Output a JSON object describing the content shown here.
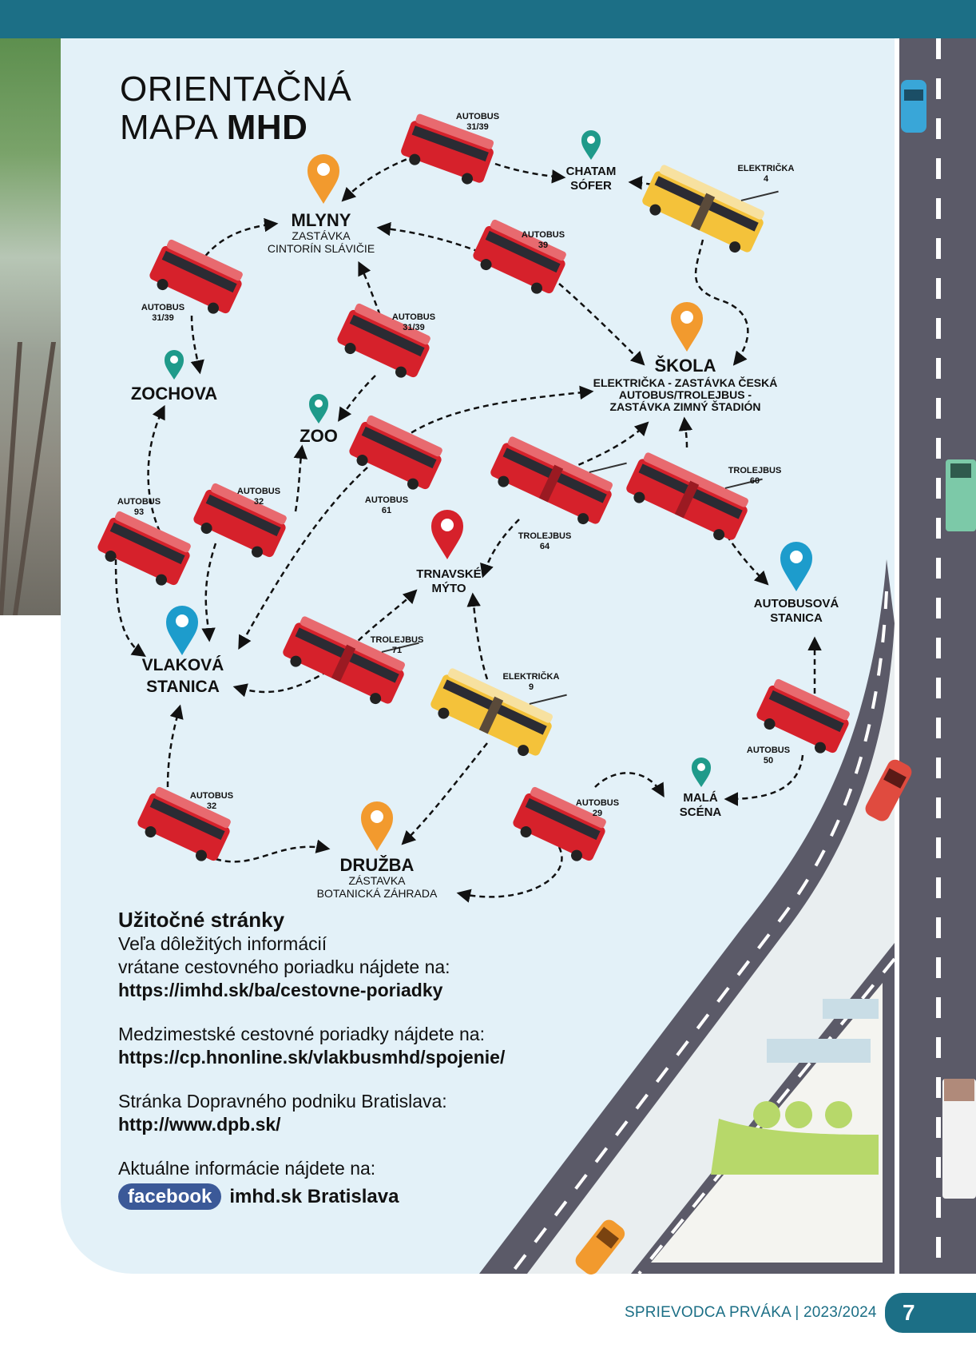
{
  "title": {
    "line1": "ORIENTAČNÁ",
    "line2_regular": "MAPA",
    "line2_bold": "MHD"
  },
  "stops": [
    {
      "id": "mlyny",
      "name": "MLYNY",
      "sub1": "ZASTÁVKA",
      "sub2": "CINTORÍN SLÁVIČIE"
    },
    {
      "id": "chatam",
      "name": "CHATAM",
      "sub1": "SÓFER",
      "sub2": ""
    },
    {
      "id": "skola",
      "name": "ŠKOLA",
      "sub1": "ELEKTRIČKA - ZASTÁVKA ČESKÁ",
      "sub2": "AUTOBUS/TROLEJBUS -",
      "sub3": "ZASTÁVKA ZIMNÝ ŠTADIÓN"
    },
    {
      "id": "zochova",
      "name": "ZOCHOVA"
    },
    {
      "id": "zoo",
      "name": "ZOO"
    },
    {
      "id": "trnavske",
      "name": "TRNAVSKÉ",
      "sub1": "MÝTO"
    },
    {
      "id": "vlakova",
      "name": "VLAKOVÁ",
      "sub1": "STANICA"
    },
    {
      "id": "autobusova",
      "name": "AUTOBUSOVÁ",
      "sub1": "STANICA"
    },
    {
      "id": "mala",
      "name": "MALÁ",
      "sub1": "SCÉNA"
    },
    {
      "id": "druzba",
      "name": "DRUŽBA",
      "sub1": "ZÁSTAVKA",
      "sub2": "BOTANICKÁ ZÁHRADA"
    }
  ],
  "vehicles": [
    {
      "type": "AUTOBUS",
      "line": "31/39"
    },
    {
      "type": "ELEKTRIČKA",
      "line": "4"
    },
    {
      "type": "AUTOBUS",
      "line": "39"
    },
    {
      "type": "AUTOBUS",
      "line": "31/39"
    },
    {
      "type": "AUTOBUS",
      "line": "31/39"
    },
    {
      "type": "AUTOBUS",
      "line": "93"
    },
    {
      "type": "AUTOBUS",
      "line": "32"
    },
    {
      "type": "AUTOBUS",
      "line": "61"
    },
    {
      "type": "TROLEJBUS",
      "line": "64"
    },
    {
      "type": "TROLEJBUS",
      "line": "60"
    },
    {
      "type": "TROLEJBUS",
      "line": "71"
    },
    {
      "type": "ELEKTRIČKA",
      "line": "9"
    },
    {
      "type": "AUTOBUS",
      "line": "50"
    },
    {
      "type": "AUTOBUS",
      "line": "32"
    },
    {
      "type": "AUTOBUS",
      "line": "29"
    }
  ],
  "info": {
    "heading": "Užitočné stránky",
    "p1_line1": "Veľa dôležitých informácií",
    "p1_line2": "vrátane cestovného poriadku nájdete na:",
    "p1_link": "https://imhd.sk/ba/cestovne-poriadky",
    "p2_line1": "Medzimestské cestovné poriadky nájdete na:",
    "p2_link": "https://cp.hnonline.sk/vlakbusmhd/spojenie/",
    "p3_line1": "Stránka Dopravného podniku Bratislava:",
    "p3_link": "http://www.dpb.sk/",
    "p4_line1": "Aktuálne informácie nájdete na:",
    "fb_badge": "facebook",
    "fb_name": "imhd.sk Bratislava"
  },
  "footer": {
    "text": "SPRIEVODCA PRVÁKA | 2023/2024",
    "page": "7"
  },
  "colors": {
    "brand": "#1c6f86",
    "card_bg": "#e3f1f8",
    "bus_red": "#d6212b",
    "tram_yellow": "#f4c23a",
    "pin_orange": "#f29a2e",
    "pin_teal": "#1f9a8a",
    "pin_blue": "#1d9ccc",
    "pin_red": "#d6212b",
    "road": "#5b5a68"
  }
}
